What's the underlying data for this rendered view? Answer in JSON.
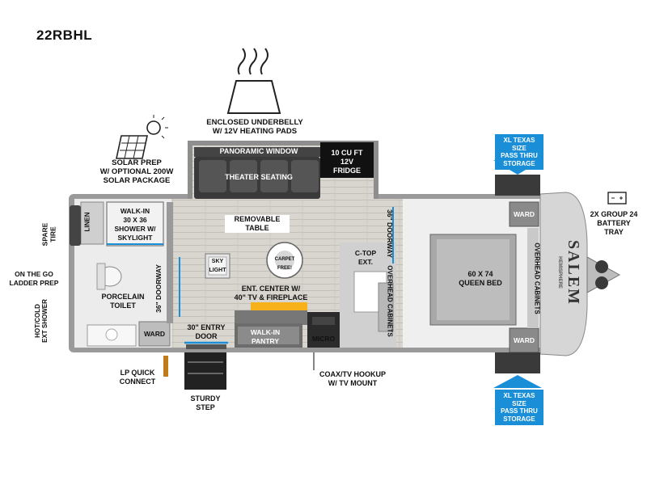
{
  "model": "22RBHL",
  "labels": {
    "underbelly": "ENCLOSED UNDERBELLY\nW/ 12V HEATING PADS",
    "solar": "SOLAR PREP\nW/ OPTIONAL 200W\nSOLAR PACKAGE",
    "panoramic_window": "PANORAMIC WINDOW",
    "theater_seating": "THEATER SEATING",
    "fridge": "10 CU FT\n12V\nFRIDGE",
    "removable_table": "REMOVABLE\nTABLE",
    "skylight": "SKY\nLIGHT",
    "carpet_free": "CARPET FREE!",
    "ent_center": "ENT. CENTER W/\n40\" TV & FIREPLACE",
    "walk_in_shower": "WALK-IN\n30 X 36\nSHOWER W/\nSKYLIGHT",
    "linen": "LINEN",
    "porcelain_toilet": "PORCELAIN\nTOILET",
    "doorway_36_left": "36\" DOORWAY",
    "doorway_36_right": "36\" DOORWAY",
    "ward_left": "WARD",
    "entry_door": "30\" ENTRY\nDOOR",
    "walk_in_pantry": "WALK-IN\nPANTRY",
    "micro": "MICRO",
    "ctop_ext": "C-TOP\nEXT.",
    "overhead_cabinets_left": "OVERHEAD\nCABINETS",
    "queen_bed": "60 X 74\nQUEEN BED",
    "ward_top": "WARD",
    "ward_bottom": "WARD",
    "overhead_cabinets_right": "OVERHEAD CABINETS",
    "spare_tire": "SPARE\nTIRE",
    "ladder_prep": "ON THE GO\nLADDER PREP",
    "ext_shower": "HOT/COLD\nEXT SHOWER",
    "lp_quick_connect": "LP QUICK\nCONNECT",
    "sturdy_step": "STURDY\nSTEP",
    "coax": "COAX/TV HOOKUP\nW/ TV MOUNT",
    "battery": "2X GROUP 24\nBATTERY\nTRAY",
    "storage_top": "XL TEXAS SIZE\nPASS THRU\nSTORAGE",
    "storage_bottom": "XL TEXAS SIZE\nPASS THRU\nSTORAGE",
    "brand": "SALEM",
    "brand_sub": "HEMISPHERE"
  },
  "colors": {
    "accent_blue": "#1a8fd8",
    "wall_gray": "#8a8a8a",
    "floor_wood": "#d6d2ca",
    "dark_furniture": "#2b2b2b"
  },
  "icons": [
    "heat-icon",
    "solar-panel-icon",
    "battery-icon",
    "fireplace-icon"
  ]
}
